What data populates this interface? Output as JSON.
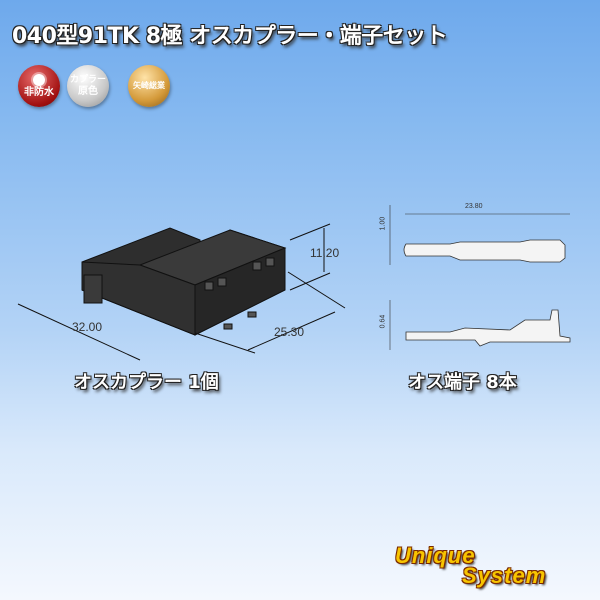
{
  "title": "040型91TK 8極 オスカプラー・端子セット",
  "badges": [
    {
      "line1": "非防水",
      "icon": "sun-icon",
      "color": "#a11010"
    },
    {
      "line1": "カプラー",
      "line2": "原色",
      "color": "#c8c8c8"
    },
    {
      "line1": "矢崎総業",
      "color": "#d49a3a"
    }
  ],
  "coupler": {
    "label": "オスカプラー 1個",
    "dimensions": {
      "height": "11.20",
      "length": "32.00",
      "width": "25.30"
    }
  },
  "terminal": {
    "label": "オス端子 8本",
    "dimensions": {
      "length": "23.80",
      "top_thickness": "1.00",
      "side_thickness": "0.64"
    }
  },
  "logo": {
    "line1": "Unique",
    "line2": "System"
  }
}
